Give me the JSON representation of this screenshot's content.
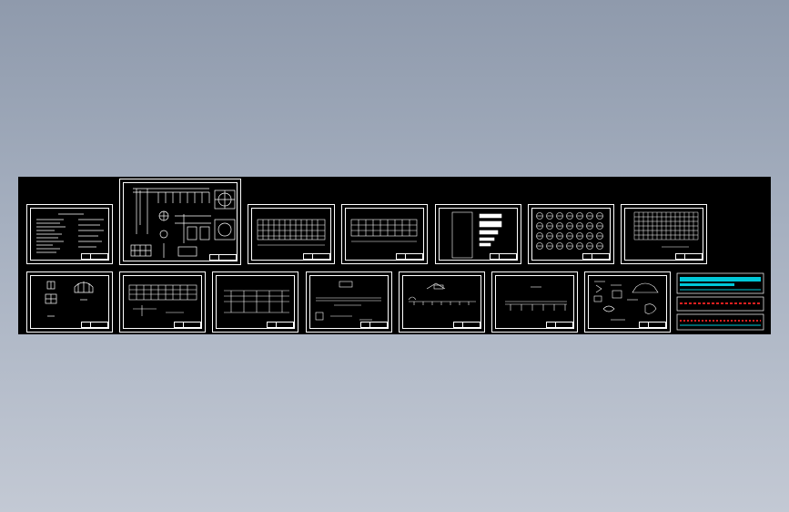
{
  "viewport": {
    "background_top": "#8f9aac",
    "background_bottom": "#c3c9d4"
  },
  "model_space": {
    "background": "#000000",
    "line_color": "#ffffff",
    "accent_cyan": "#00c8d8",
    "accent_red": "#e02020"
  },
  "sheets_row1": [
    {
      "id": "s1",
      "kind": "notes"
    },
    {
      "id": "s2",
      "kind": "plan-detail"
    },
    {
      "id": "s3",
      "kind": "elevation"
    },
    {
      "id": "s4",
      "kind": "elevation"
    },
    {
      "id": "s5",
      "kind": "blocks"
    },
    {
      "id": "s6",
      "kind": "nodes-grid"
    },
    {
      "id": "s7",
      "kind": "mesh"
    }
  ],
  "sheets_row2": [
    {
      "id": "s8",
      "kind": "details"
    },
    {
      "id": "s9",
      "kind": "elevation"
    },
    {
      "id": "s10",
      "kind": "elevation"
    },
    {
      "id": "s11",
      "kind": "section"
    },
    {
      "id": "s12",
      "kind": "section"
    },
    {
      "id": "s13",
      "kind": "section"
    },
    {
      "id": "s14",
      "kind": "details"
    }
  ],
  "legend_panel": {
    "kind": "colored-strips"
  }
}
